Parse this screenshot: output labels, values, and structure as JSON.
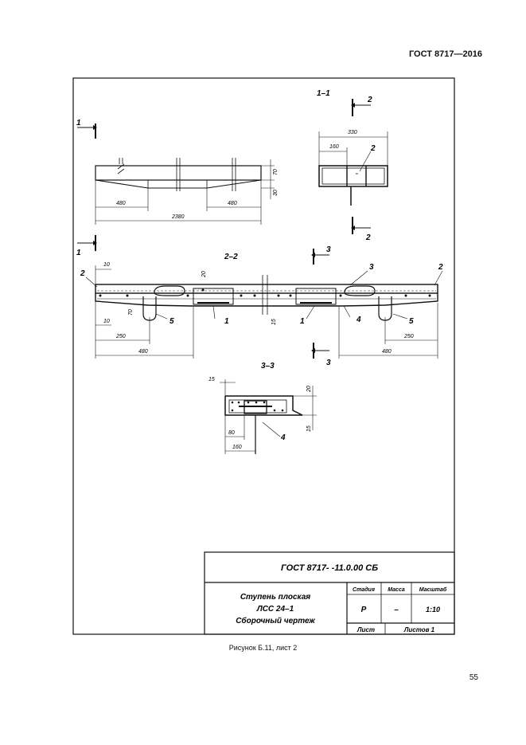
{
  "header": {
    "standard": "ГОСТ 8717—2016"
  },
  "drawing": {
    "view_1_label": "1",
    "view_2_label": "2",
    "view_3_label": "3",
    "section_1_1": "1–1",
    "section_2_2": "2–2",
    "section_3_3": "3–3",
    "dims_top": {
      "d480_left": "480",
      "d480_right": "480",
      "d2380": "2380",
      "d70": "70",
      "d30": "30"
    },
    "dims_section11": {
      "d330": "330",
      "d160": "160"
    },
    "dims_main": {
      "d10_top": "10",
      "d10_bot": "10",
      "d70": "70",
      "d250_left": "250",
      "d480_left": "480",
      "d20": "20",
      "d15": "15",
      "d250_right": "250",
      "d480_right": "480"
    },
    "dims_section33": {
      "d15": "15",
      "d20": "20",
      "d15_right": "15",
      "d80": "80",
      "d160": "160"
    },
    "callouts": {
      "c1": "1",
      "c2": "2",
      "c3": "3",
      "c4": "4",
      "c5": "5"
    }
  },
  "title_block": {
    "designation": "ГОСТ 8717- -11.0.00 СБ",
    "name_line1": "Ступень плоская",
    "name_line2": "ЛСС 24–1",
    "name_line3": "Сборочный чертеж",
    "col_stage": "Стадия",
    "col_mass": "Масса",
    "col_scale": "Масштаб",
    "stage_value": "Р",
    "mass_value": "–",
    "scale_value": "1:10",
    "sheet_label": "Лист",
    "sheets_label": "Листов 1"
  },
  "caption": "Рисунок Б.11, лист 2",
  "page_number": "55"
}
